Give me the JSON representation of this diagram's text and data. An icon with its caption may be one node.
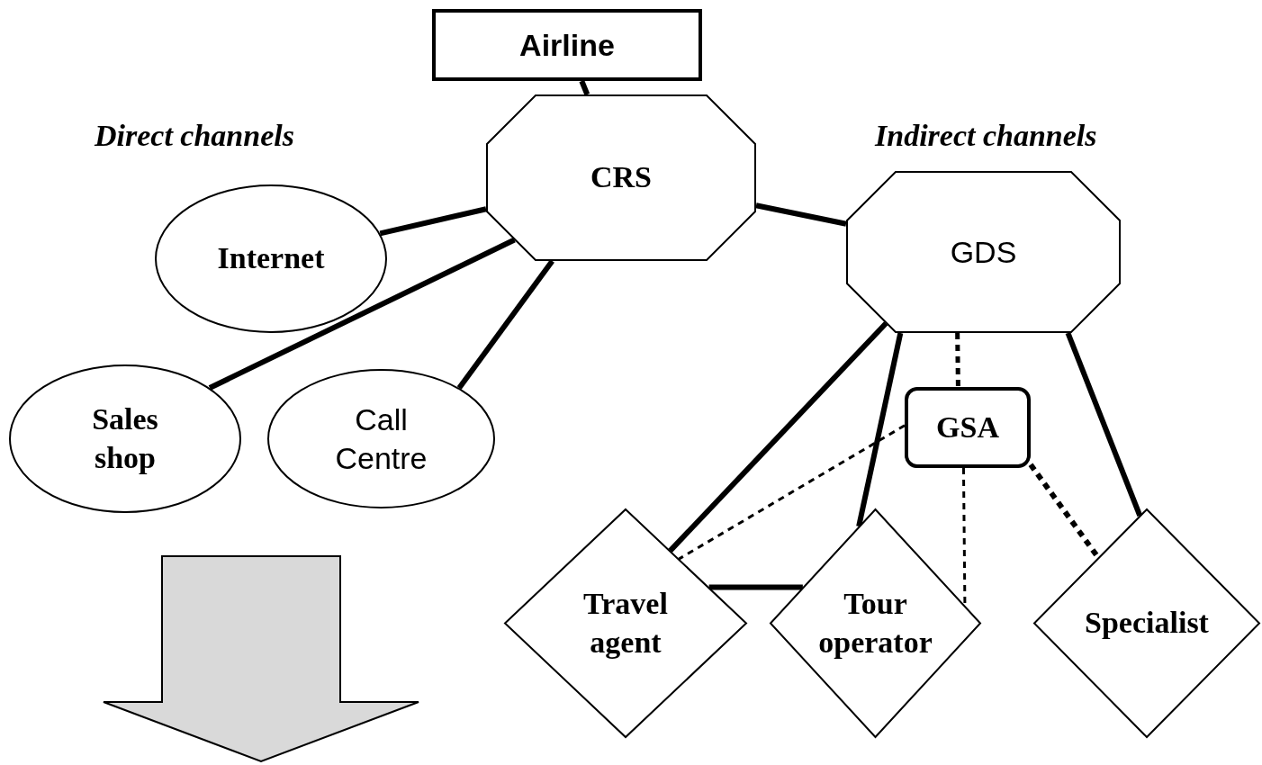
{
  "diagram": {
    "nodes": [
      {
        "text": [
          "Airline"
        ]
      },
      {
        "text": [
          "CRS"
        ]
      },
      {
        "text": [
          "Internet"
        ]
      },
      {
        "text": [
          "Sales shop"
        ]
      },
      {
        "text": [
          "Call Centre"
        ]
      },
      {
        "text": [
          "GDS"
        ]
      },
      {
        "text": [
          "GSA"
        ]
      },
      {
        "text": [
          "Travel agent"
        ]
      },
      {
        "text": [
          "Tour operator"
        ]
      },
      {
        "text": [
          "Specialist"
        ]
      }
    ],
    "edges": [
      {
        "from": 0,
        "to": 1,
        "arrow": "none"
      },
      {
        "from": 1,
        "to": 2,
        "arrow": "none"
      },
      {
        "from": 1,
        "to": 3,
        "arrow": "none"
      },
      {
        "from": 1,
        "to": 4,
        "arrow": "none"
      },
      {
        "from": 1,
        "to": 5,
        "arrow": "none"
      },
      {
        "from": 5,
        "to": 7,
        "arrow": "none"
      },
      {
        "from": 5,
        "to": 8,
        "arrow": "none"
      },
      {
        "from": 5,
        "to": 6,
        "arrow": "none",
        "style": "dashed"
      },
      {
        "from": 5,
        "to": 9,
        "arrow": "none"
      },
      {
        "from": 6,
        "to": 7,
        "arrow": "none",
        "style": "dashed"
      },
      {
        "from": 6,
        "to": 8,
        "arrow": "none",
        "style": "dashed"
      },
      {
        "from": 6,
        "to": 9,
        "arrow": "none",
        "style": "dashed"
      },
      {
        "from": 7,
        "to": 8,
        "arrow": "none"
      }
    ],
    "labels": [
      "Direct channels",
      "Indirect channels"
    ]
  }
}
